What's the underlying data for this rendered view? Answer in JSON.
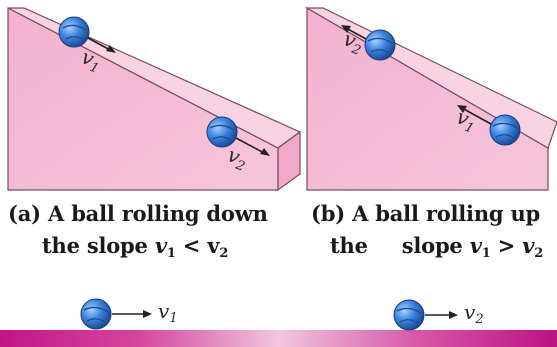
{
  "diagram": {
    "panel_a": {
      "caption_line1": "(a) A ball rolling down",
      "caption_line2_text": "the slope ",
      "caption_v": "v",
      "caption_sub1": "1",
      "caption_op": " < ",
      "caption_v2": "v",
      "caption_sub2": "2",
      "ball_top_label": "v",
      "ball_top_sub": "1",
      "ball_bottom_label": "v",
      "ball_bottom_sub": "2"
    },
    "panel_b": {
      "caption_line1": "(b) A ball rolling up",
      "caption_line2_a": "the",
      "caption_line2_b": "slope ",
      "caption_v": "v",
      "caption_sub1": "1",
      "caption_op": " > ",
      "caption_v2": "v",
      "caption_sub2": "2",
      "ball_top_label": "v",
      "ball_top_sub": "2",
      "ball_bottom_label": "v",
      "ball_bottom_sub": "1"
    },
    "floor": {
      "left_label": "v",
      "left_sub": "1",
      "right_label": "v",
      "right_sub": "2"
    },
    "colors": {
      "slope_fill": "#f4b9d3",
      "slope_top": "#f8d2e2",
      "ball": "#3f83d6",
      "floor_magenta": "#c2168f"
    }
  }
}
